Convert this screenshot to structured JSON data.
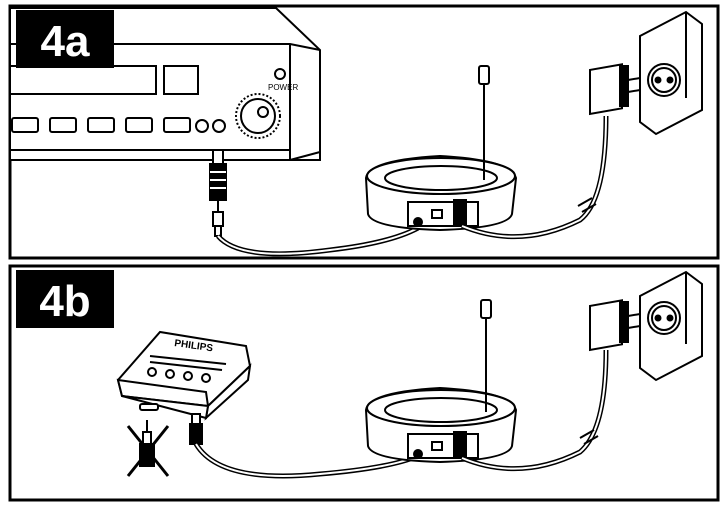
{
  "panels": [
    {
      "label": "4a",
      "device_label": "POWER"
    },
    {
      "label": "4b",
      "brand": "PHILIPS"
    }
  ],
  "colors": {
    "ink": "#000000",
    "paper": "#ffffff",
    "tag_bg": "#000000",
    "tag_fg": "#ffffff"
  }
}
